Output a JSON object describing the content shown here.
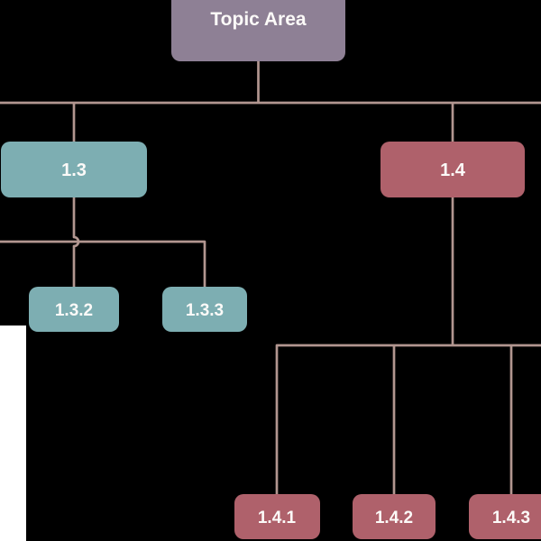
{
  "canvas": {
    "background_color": "#000000",
    "connector_color": "#B29690",
    "node_text_color": "#FCFAF8",
    "white_patch_color": "#FFFFFF"
  },
  "diagram": {
    "type": "tree",
    "root_label": "Topic Area",
    "nodes": [
      {
        "id": "topic-area",
        "label": "Topic Area",
        "fill": "#8E8095",
        "level": "root"
      },
      {
        "id": "1.3",
        "label": "1.3",
        "fill": "#7DAEB2",
        "level": "branch"
      },
      {
        "id": "1.3.2",
        "label": "1.3.2",
        "fill": "#7DAEB2",
        "level": "leaf"
      },
      {
        "id": "1.3.3",
        "label": "1.3.3",
        "fill": "#7DAEB2",
        "level": "leaf"
      },
      {
        "id": "1.4",
        "label": "1.4",
        "fill": "#AF616B",
        "level": "branch"
      },
      {
        "id": "1.4.1",
        "label": "1.4.1",
        "fill": "#AF616B",
        "level": "leaf"
      },
      {
        "id": "1.4.2",
        "label": "1.4.2",
        "fill": "#AF616B",
        "level": "leaf"
      },
      {
        "id": "1.4.3",
        "label": "1.4.3",
        "fill": "#AF616B",
        "level": "leaf"
      }
    ],
    "edges": [
      {
        "from": "Topic Area",
        "to": "1.3"
      },
      {
        "from": "Topic Area",
        "to": "1.4"
      },
      {
        "from": "1.3",
        "to": "1.3.2"
      },
      {
        "from": "1.3",
        "to": "1.3.3"
      },
      {
        "from": "1.4",
        "to": "1.4.1"
      },
      {
        "from": "1.4",
        "to": "1.4.2"
      },
      {
        "from": "1.4",
        "to": "1.4.3"
      }
    ]
  }
}
